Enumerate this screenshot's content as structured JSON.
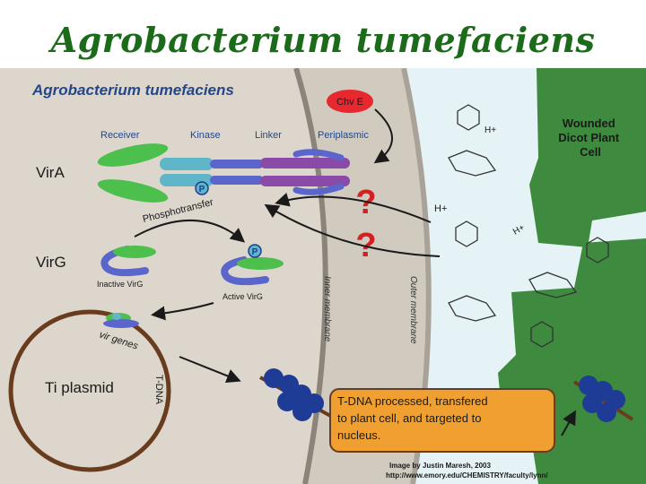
{
  "slide": {
    "title": "Agrobacterium tumefaciens"
  },
  "figure": {
    "title": "Agrobacterium tumefaciens",
    "vira": "VirA",
    "virg": "VirG",
    "domains": {
      "receiver": "Receiver",
      "kinase": "Kinase",
      "linker": "Linker",
      "periplasmic": "Periplasmic"
    },
    "chve": "Chv E",
    "phospho": "P",
    "phosphotransfer": "Phosphotransfer",
    "inactive_virg": "Inactive VirG",
    "active_virg": "Active VirG",
    "vir_genes": "vir genes",
    "ti_plasmid": "Ti plasmid",
    "tdna": "T-DNA",
    "inner_membrane": "Inner membrane",
    "outer_membrane": "Outer membrane",
    "question": "?",
    "proton": "H+",
    "plant_cell": [
      "Wounded",
      "Dicot Plant",
      "Cell"
    ],
    "process_box": [
      "T-DNA processed, transfered",
      "to plant cell, and targeted to",
      "nucleus."
    ],
    "credit": [
      "Image by Justin Maresh, 2003",
      "http://www.emory.edu/CHEMISTRY/faculty/lynn/"
    ],
    "colors": {
      "cytoplasm": "#dcd6cc",
      "periplasm": "#d2ccc2",
      "outer_space": "#e6f3f6",
      "plant": "#3e8a3e",
      "green": "#4cbf4c",
      "blue": "#5a66cc",
      "purple": "#8a4aa8",
      "teal": "#5fb6c8",
      "chve": "#e8282f",
      "orange": "#f0a030",
      "plasmid": "#6a3c1e",
      "navy": "#1e3c96",
      "qmark": "#d42020",
      "text_blue": "#24478a"
    }
  }
}
